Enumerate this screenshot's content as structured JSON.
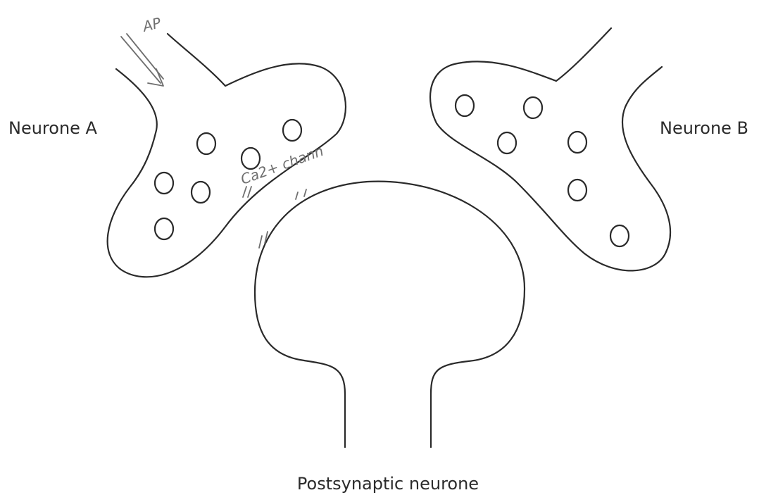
{
  "labels": {
    "neurone_a": "Neurone A",
    "neurone_b": "Neurone B",
    "postsynaptic": "Postsynaptic neurone"
  },
  "annotations": {
    "ap": "AP",
    "ca_channel": "Ca2+ chann"
  },
  "colors": {
    "outline": "#2a2a2a",
    "label_text": "#2b2b2b",
    "handwriting": "#6f6f6f",
    "background": "#ffffff"
  }
}
